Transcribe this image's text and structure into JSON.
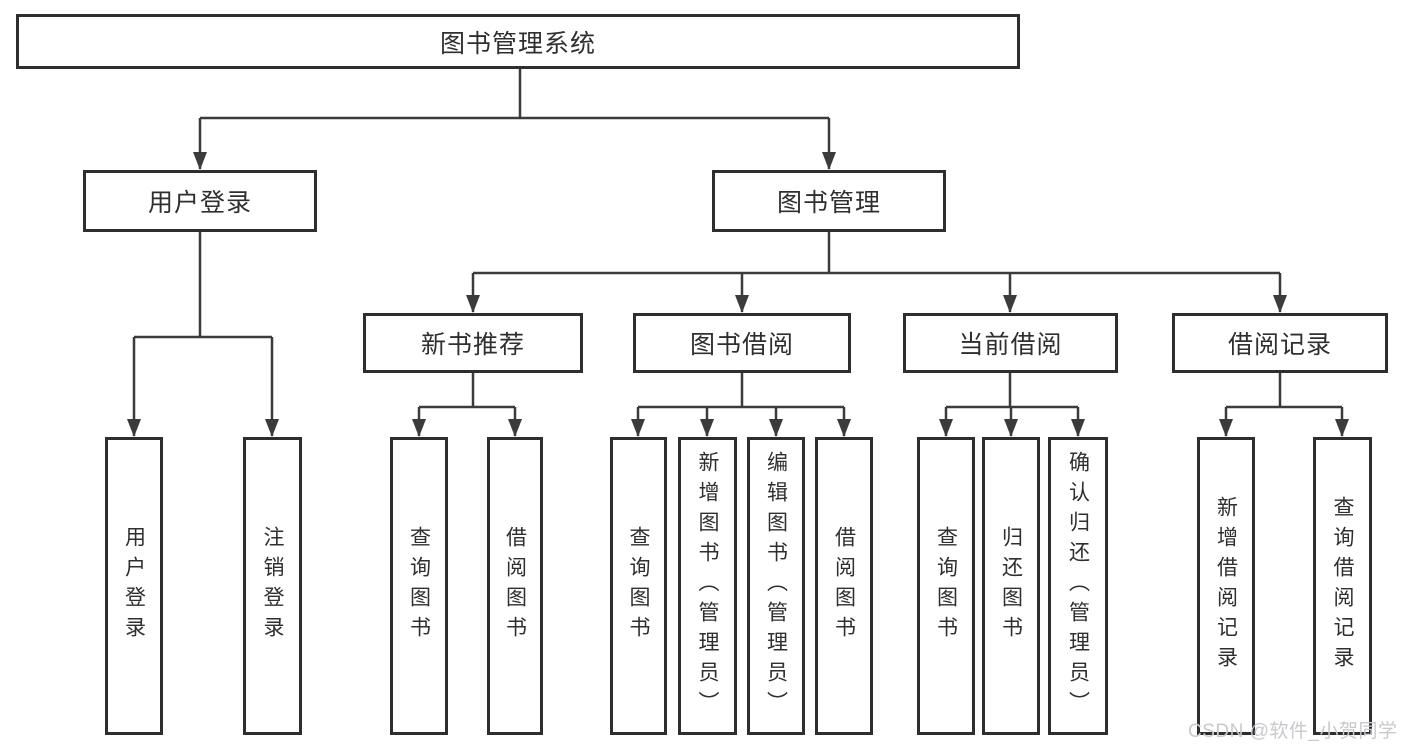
{
  "diagram": {
    "root": {
      "label": "图书管理系统"
    },
    "branches": [
      {
        "label": "用户登录",
        "children": [
          {
            "label": "用户登录"
          },
          {
            "label": "注销登录"
          }
        ]
      },
      {
        "label": "图书管理",
        "children": [
          {
            "label": "新书推荐",
            "children": [
              {
                "label": "查询图书"
              },
              {
                "label": "借阅图书"
              }
            ]
          },
          {
            "label": "图书借阅",
            "children": [
              {
                "label": "查询图书"
              },
              {
                "label": "新增图书（管理员）"
              },
              {
                "label": "编辑图书（管理员）"
              },
              {
                "label": "借阅图书"
              }
            ]
          },
          {
            "label": "当前借阅",
            "children": [
              {
                "label": "查询图书"
              },
              {
                "label": "归还图书"
              },
              {
                "label": "确认归还（管理员）"
              }
            ]
          },
          {
            "label": "借阅记录",
            "children": [
              {
                "label": "新增借阅记录"
              },
              {
                "label": "查询借阅记录"
              }
            ]
          }
        ]
      }
    ]
  },
  "watermark": {
    "text": "CSDN @软件_小贺同学"
  },
  "colors": {
    "line": "#3b3b3b",
    "box_border": "#2e2e2e",
    "text": "#2f2f2f",
    "watermark": "#c9c9ce",
    "background": "#ffffff"
  }
}
